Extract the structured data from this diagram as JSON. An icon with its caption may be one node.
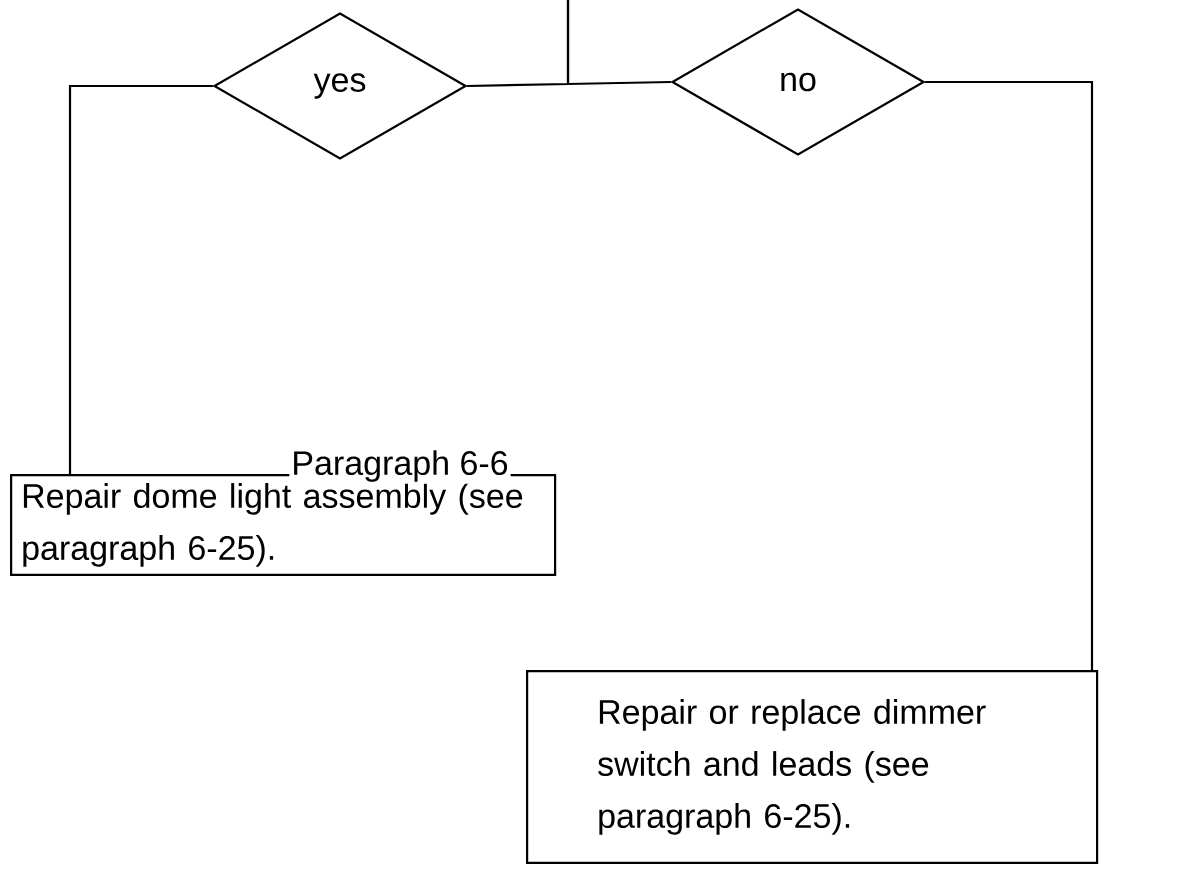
{
  "diagram": {
    "nodes": [
      {
        "text": [
          "yes"
        ]
      },
      {
        "text": [
          "no"
        ]
      },
      {
        "text": [
          "Paragraph 6-6",
          "Repair dome light assembly (see paragraph 6-25)."
        ]
      },
      {
        "text": [
          "Repair or replace dimmer switch and leads (see paragraph 6-25)."
        ]
      }
    ],
    "edges": [
      {
        "from": null,
        "to": 0,
        "arrow": "none"
      },
      {
        "from": null,
        "to": 1,
        "arrow": "none"
      },
      {
        "from": 0,
        "to": 2,
        "arrow": "none"
      },
      {
        "from": 1,
        "to": 3,
        "arrow": "none"
      }
    ]
  }
}
